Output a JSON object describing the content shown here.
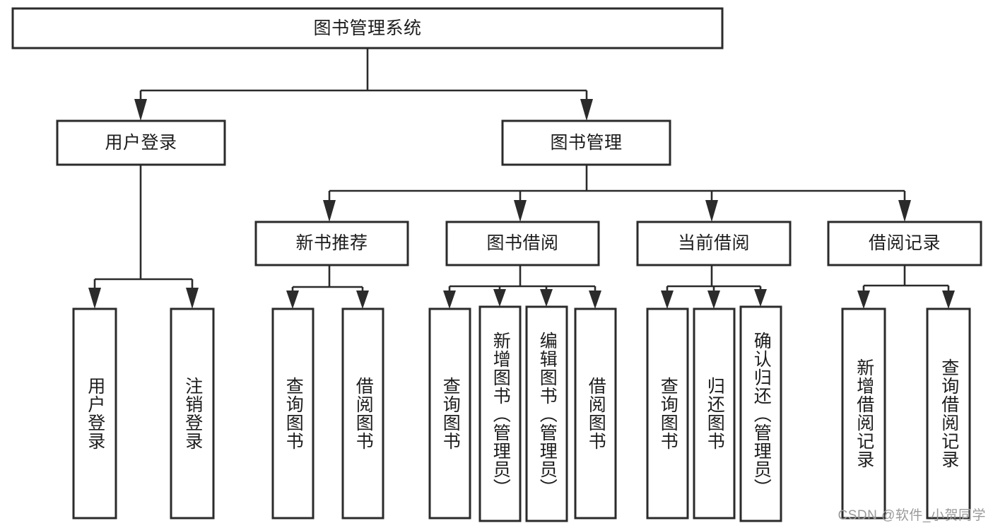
{
  "diagram": {
    "type": "tree-hierarchy",
    "title": "图书管理系统",
    "colors": {
      "box_stroke": "#2b2b2b",
      "box_fill": "#ffffff",
      "connector": "#2b2b2b",
      "text": "#1c1c1c",
      "watermark": "#9a9a9a",
      "background": "#ffffff"
    },
    "nodes": {
      "root": {
        "label": "图书管理系统",
        "orientation": "horizontal"
      },
      "level2": [
        {
          "id": "user-login",
          "label": "用户登录",
          "orientation": "horizontal"
        },
        {
          "id": "book-management",
          "label": "图书管理",
          "orientation": "horizontal"
        }
      ],
      "level3": [
        {
          "id": "new-book-recommend",
          "label": "新书推荐",
          "orientation": "horizontal",
          "parent": "book-management"
        },
        {
          "id": "book-borrow",
          "label": "图书借阅",
          "orientation": "horizontal",
          "parent": "book-management"
        },
        {
          "id": "current-borrow",
          "label": "当前借阅",
          "orientation": "horizontal",
          "parent": "book-management"
        },
        {
          "id": "borrow-record",
          "label": "借阅记录",
          "orientation": "horizontal",
          "parent": "book-management"
        }
      ],
      "leaves": [
        {
          "id": "leaf-user-login",
          "label": "用户登录",
          "orientation": "vertical",
          "parent": "user-login"
        },
        {
          "id": "leaf-logout-login",
          "label": "注销登录",
          "orientation": "vertical",
          "parent": "user-login"
        },
        {
          "id": "leaf-query-book-1",
          "label": "查询图书",
          "orientation": "vertical",
          "parent": "new-book-recommend"
        },
        {
          "id": "leaf-borrow-book-1",
          "label": "借阅图书",
          "orientation": "vertical",
          "parent": "new-book-recommend"
        },
        {
          "id": "leaf-query-book-2",
          "label": "查询图书",
          "orientation": "vertical",
          "parent": "book-borrow"
        },
        {
          "id": "leaf-add-book-admin",
          "label": "新增图书（管理员）",
          "orientation": "vertical",
          "parent": "book-borrow"
        },
        {
          "id": "leaf-edit-book-admin",
          "label": "编辑图书（管理员）",
          "orientation": "vertical",
          "parent": "book-borrow"
        },
        {
          "id": "leaf-borrow-book-2",
          "label": "借阅图书",
          "orientation": "vertical",
          "parent": "book-borrow"
        },
        {
          "id": "leaf-query-book-3",
          "label": "查询图书",
          "orientation": "vertical",
          "parent": "current-borrow"
        },
        {
          "id": "leaf-return-book",
          "label": "归还图书",
          "orientation": "vertical",
          "parent": "current-borrow"
        },
        {
          "id": "leaf-confirm-return-admin",
          "label": "确认归还（管理员）",
          "orientation": "vertical",
          "parent": "current-borrow"
        },
        {
          "id": "leaf-add-borrow-record",
          "label": "新增借阅记录",
          "orientation": "vertical",
          "parent": "borrow-record"
        },
        {
          "id": "leaf-query-borrow-record",
          "label": "查询借阅记录",
          "orientation": "vertical",
          "parent": "borrow-record"
        }
      ]
    }
  },
  "watermark": {
    "text": "CSDN @软件_小贺同学"
  }
}
